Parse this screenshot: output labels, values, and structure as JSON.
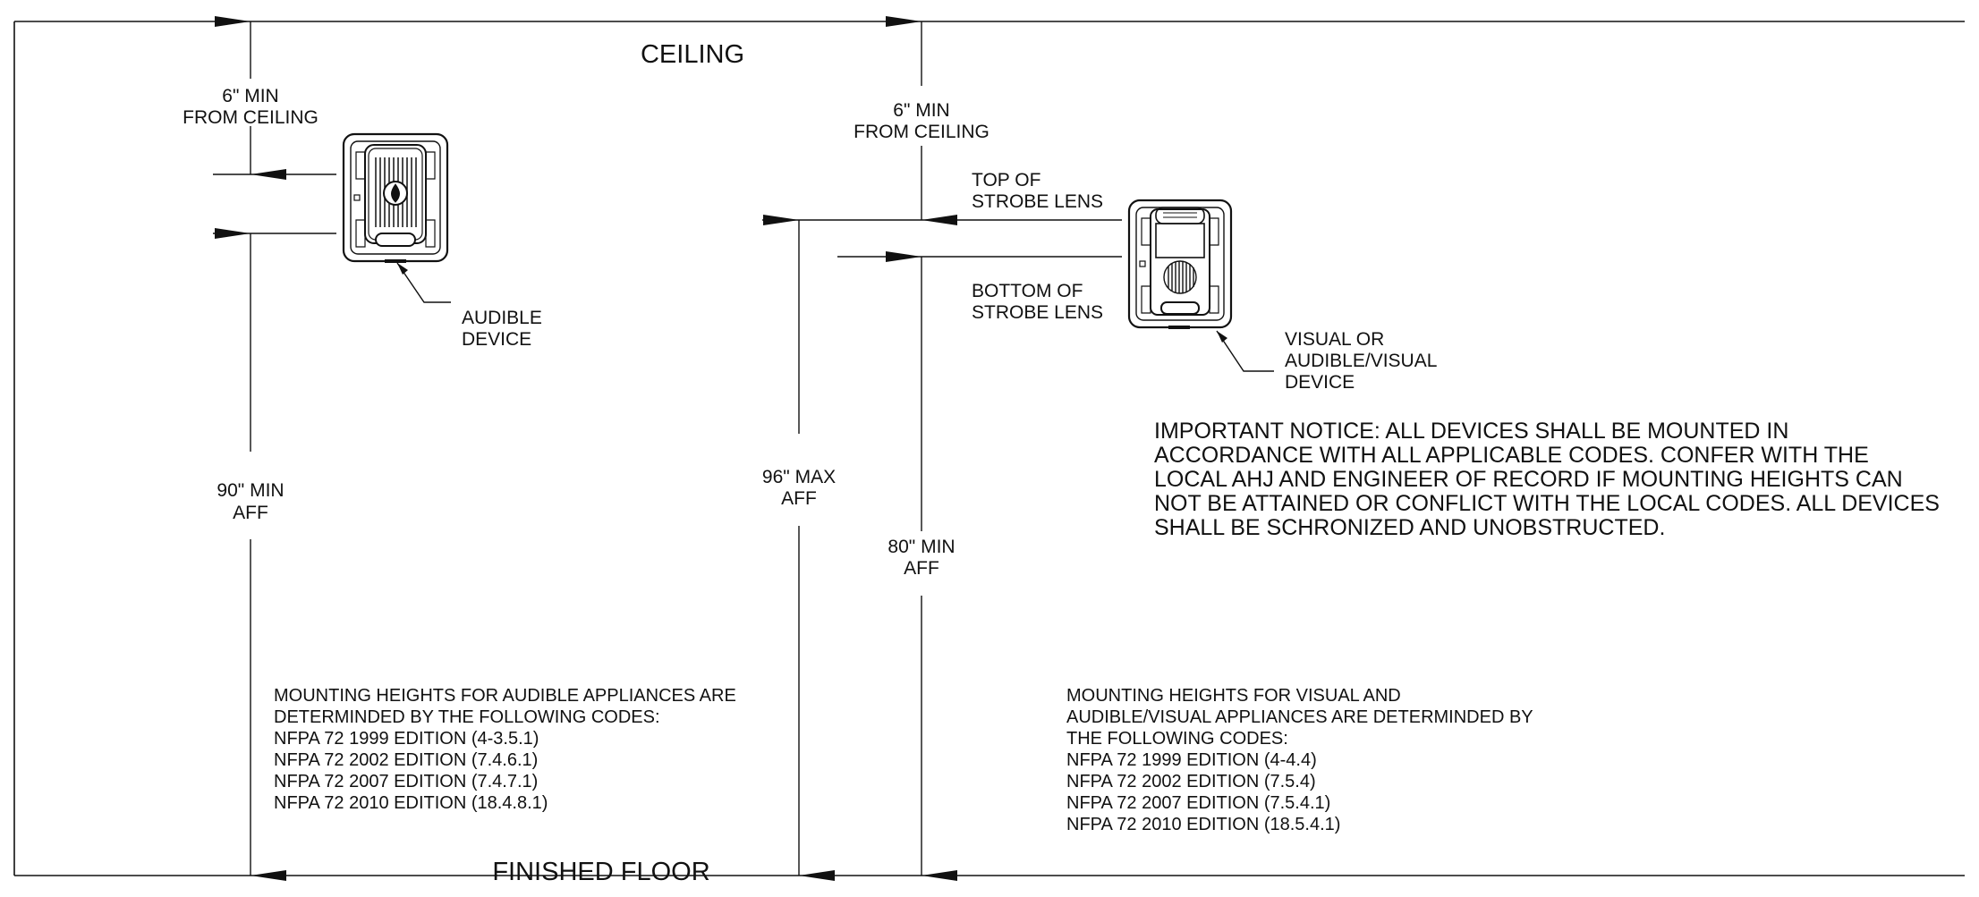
{
  "labels": {
    "ceiling": "CEILING",
    "finished_floor": "FINISHED FLOOR",
    "left_top_dim": [
      "6\" MIN",
      "FROM CEILING"
    ],
    "left_bottom_dim": [
      "90\" MIN",
      "AFF"
    ],
    "audible_device": [
      "AUDIBLE",
      "DEVICE"
    ],
    "right_top_dim": [
      "6\" MIN",
      "FROM CEILING"
    ],
    "top_of_lens": [
      "TOP OF",
      "STROBE LENS"
    ],
    "bottom_of_lens": [
      "BOTTOM OF",
      "STROBE LENS"
    ],
    "max_dim": [
      "96\" MAX",
      "AFF"
    ],
    "min80_dim": [
      "80\" MIN",
      "AFF"
    ],
    "visual_device": [
      "VISUAL OR",
      "AUDIBLE/VISUAL",
      "DEVICE"
    ]
  },
  "notice": [
    "IMPORTANT NOTICE:   ALL DEVICES SHALL BE MOUNTED IN",
    "ACCORDANCE WITH ALL APPLICABLE CODES. CONFER WITH THE",
    "LOCAL AHJ AND ENGINEER OF RECORD IF MOUNTING HEIGHTS CAN",
    "NOT BE ATTAINED OR CONFLICT WITH THE LOCAL CODES. ALL DEVICES",
    "SHALL BE SCHRONIZED AND UNOBSTRUCTED."
  ],
  "audible_codes": [
    "MOUNTING HEIGHTS FOR AUDIBLE APPLIANCES ARE",
    "DETERMINDED BY THE FOLLOWING CODES:",
    "NFPA 72 1999 EDITION (4-3.5.1)",
    "NFPA 72 2002 EDITION (7.4.6.1)",
    "NFPA 72 2007 EDITION (7.4.7.1)",
    "NFPA 72 2010 EDITION (18.4.8.1)"
  ],
  "visual_codes": [
    "MOUNTING HEIGHTS FOR VISUAL AND",
    "AUDIBLE/VISUAL APPLIANCES ARE DETERMINDED BY",
    "THE FOLLOWING CODES:",
    "NFPA 72 1999 EDITION (4-4.4)",
    "NFPA 72 2002 EDITION (7.5.4)",
    "NFPA 72 2007 EDITION (7.5.4.1)",
    "NFPA 72 2010 EDITION (18.5.4.1)"
  ],
  "colors": {
    "line": "#111111",
    "background": "#ffffff"
  },
  "icons": {
    "audible": "audible-device-icon",
    "visual": "strobe-device-icon",
    "logo": "flame-logo-icon"
  }
}
